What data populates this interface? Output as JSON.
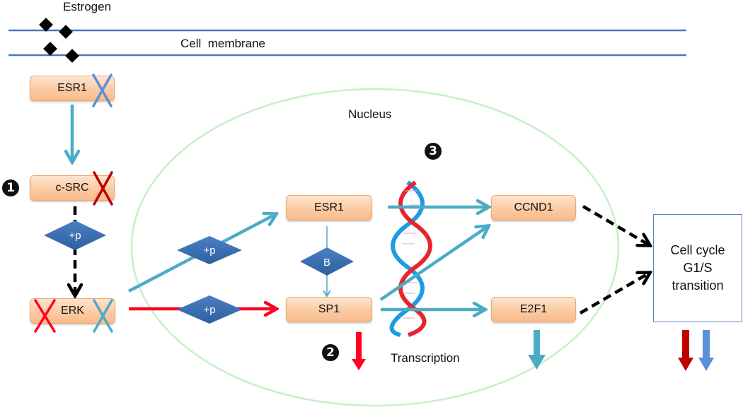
{
  "labels": {
    "estrogen": "Estrogen",
    "cell_membrane": "Cell  membrane",
    "nucleus": "Nucleus",
    "transcription": "Transcription"
  },
  "nodes": {
    "esr1_cyto": "ESR1",
    "csrc": "c-SRC",
    "erk": "ERK",
    "esr1_nuc": "ESR1",
    "sp1": "SP1",
    "ccnd1": "CCND1",
    "e2f1": "E2F1"
  },
  "diamonds": {
    "csrc_erk": "+p",
    "erk_esr1": "+p",
    "erk_sp1": "+p",
    "esr1_sp1": "B"
  },
  "outcome": {
    "line1": "Cell cycle",
    "line2": "G1/S",
    "line3": "transition"
  },
  "markers": {
    "one": "1",
    "two": "2",
    "three": "3"
  },
  "colors": {
    "membrane": "#4a78bd",
    "teal_arrow": "#4bacc6",
    "red_arrow": "#ff0000",
    "dark_red_arrow": "#c00000",
    "blue_arrow": "#5b8fd6",
    "diamond": "#3a6fb5",
    "nucleus_outline": "#c6f0c6",
    "node_border": "#f0a868"
  },
  "inhibition_marks": {
    "esr1_cyto": "blue",
    "csrc": "dark-red",
    "erk_left": "red",
    "erk_right": "teal"
  }
}
